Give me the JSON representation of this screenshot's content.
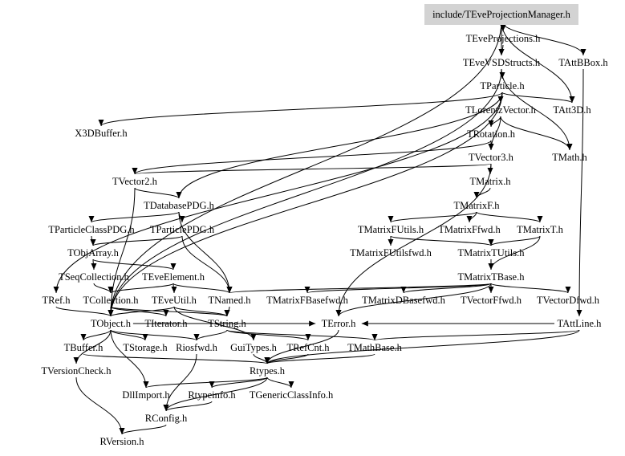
{
  "diagram": {
    "type": "include-dependency-graph",
    "root": "include/TEveProjectionManager.h",
    "root_highlight_color": "#d3d3d3",
    "nodes": [
      {
        "id": "root",
        "label": "include/TEveProjectionManager.h",
        "highlighted": true
      },
      {
        "id": "TEveProjections",
        "label": "TEveProjections.h"
      },
      {
        "id": "TAttBBox",
        "label": "TAttBBox.h"
      },
      {
        "id": "TEveVSDStructs",
        "label": "TEveVSDStructs.h"
      },
      {
        "id": "TParticle",
        "label": "TParticle.h"
      },
      {
        "id": "TAtt3D",
        "label": "TAtt3D.h"
      },
      {
        "id": "TLorentzVector",
        "label": "TLorentzVector.h"
      },
      {
        "id": "X3DBuffer",
        "label": "X3DBuffer.h"
      },
      {
        "id": "TRotation",
        "label": "TRotation.h"
      },
      {
        "id": "TMath",
        "label": "TMath.h"
      },
      {
        "id": "TVector3",
        "label": "TVector3.h"
      },
      {
        "id": "TVector2",
        "label": "TVector2.h"
      },
      {
        "id": "TMatrix",
        "label": "TMatrix.h"
      },
      {
        "id": "TDatabasePDG",
        "label": "TDatabasePDG.h"
      },
      {
        "id": "TMatrixF",
        "label": "TMatrixF.h"
      },
      {
        "id": "TParticleClassPDG",
        "label": "TParticleClassPDG.h"
      },
      {
        "id": "TParticlePDG",
        "label": "TParticlePDG.h"
      },
      {
        "id": "TMatrixFUtils",
        "label": "TMatrixFUtils.h"
      },
      {
        "id": "TMatrixFfwd",
        "label": "TMatrixFfwd.h"
      },
      {
        "id": "TMatrixT",
        "label": "TMatrixT.h"
      },
      {
        "id": "TObjArray",
        "label": "TObjArray.h"
      },
      {
        "id": "TMatrixFUtilsfwd",
        "label": "TMatrixFUtilsfwd.h"
      },
      {
        "id": "TMatrixTUtils",
        "label": "TMatrixTUtils.h"
      },
      {
        "id": "TSeqCollection",
        "label": "TSeqCollection.h"
      },
      {
        "id": "TEveElement",
        "label": "TEveElement.h"
      },
      {
        "id": "TMatrixTBase",
        "label": "TMatrixTBase.h"
      },
      {
        "id": "TRef",
        "label": "TRef.h"
      },
      {
        "id": "TCollection",
        "label": "TCollection.h"
      },
      {
        "id": "TEveUtil",
        "label": "TEveUtil.h"
      },
      {
        "id": "TNamed",
        "label": "TNamed.h"
      },
      {
        "id": "TMatrixFBasefwd",
        "label": "TMatrixFBasefwd.h"
      },
      {
        "id": "TMatrixDBasefwd",
        "label": "TMatrixDBasefwd.h"
      },
      {
        "id": "TVectorFfwd",
        "label": "TVectorFfwd.h"
      },
      {
        "id": "TVectorDfwd",
        "label": "TVectorDfwd.h"
      },
      {
        "id": "TObject",
        "label": "TObject.h"
      },
      {
        "id": "TIterator",
        "label": "TIterator.h"
      },
      {
        "id": "TString",
        "label": "TString.h"
      },
      {
        "id": "TError",
        "label": "TError.h"
      },
      {
        "id": "TAttLine",
        "label": "TAttLine.h"
      },
      {
        "id": "TBuffer",
        "label": "TBuffer.h"
      },
      {
        "id": "TStorage",
        "label": "TStorage.h"
      },
      {
        "id": "Riosfwd",
        "label": "Riosfwd.h"
      },
      {
        "id": "GuiTypes",
        "label": "GuiTypes.h"
      },
      {
        "id": "TRefCnt",
        "label": "TRefCnt.h"
      },
      {
        "id": "TMathBase",
        "label": "TMathBase.h"
      },
      {
        "id": "TVersionCheck",
        "label": "TVersionCheck.h"
      },
      {
        "id": "Rtypes",
        "label": "Rtypes.h"
      },
      {
        "id": "DllImport",
        "label": "DllImport.h"
      },
      {
        "id": "Rtypeinfo",
        "label": "Rtypeinfo.h"
      },
      {
        "id": "TGenericClassInfo",
        "label": "TGenericClassInfo.h"
      },
      {
        "id": "RConfig",
        "label": "RConfig.h"
      },
      {
        "id": "RVersion",
        "label": "RVersion.h"
      }
    ],
    "edges": [
      [
        "root",
        "TEveProjections"
      ],
      [
        "root",
        "TAttBBox"
      ],
      [
        "root",
        "TEveVSDStructs"
      ],
      [
        "root",
        "TAtt3D"
      ],
      [
        "root",
        "TObject"
      ],
      [
        "TEveProjections",
        "TEveVSDStructs"
      ],
      [
        "TEveVSDStructs",
        "TParticle"
      ],
      [
        "TEveVSDStructs",
        "TObject"
      ],
      [
        "TEveVSDStructs",
        "TMath"
      ],
      [
        "TParticle",
        "TLorentzVector"
      ],
      [
        "TParticle",
        "TAtt3D"
      ],
      [
        "TParticle",
        "X3DBuffer"
      ],
      [
        "TParticle",
        "TDatabasePDG"
      ],
      [
        "TParticle",
        "TRef"
      ],
      [
        "TParticle",
        "TObject"
      ],
      [
        "TLorentzVector",
        "TRotation"
      ],
      [
        "TLorentzVector",
        "TVector3"
      ],
      [
        "TLorentzVector",
        "TMath"
      ],
      [
        "TRotation",
        "TVector3"
      ],
      [
        "TRotation",
        "TVector2"
      ],
      [
        "TVector3",
        "TMatrix"
      ],
      [
        "TVector3",
        "TVector2"
      ],
      [
        "TVector3",
        "TError"
      ],
      [
        "TVector2",
        "TObject"
      ],
      [
        "TVector2",
        "TDatabasePDG"
      ],
      [
        "TMatrix",
        "TMatrixF"
      ],
      [
        "TMatrixF",
        "TMatrixFUtils"
      ],
      [
        "TMatrixF",
        "TMatrixFfwd"
      ],
      [
        "TMatrixF",
        "TMatrixT"
      ],
      [
        "TMatrixFUtils",
        "TMatrixFUtilsfwd"
      ],
      [
        "TMatrixFUtils",
        "TMatrixTUtils"
      ],
      [
        "TMatrixT",
        "TMatrixTUtils"
      ],
      [
        "TMatrixT",
        "TMatrixTBase"
      ],
      [
        "TMatrixTUtils",
        "TMatrixTBase"
      ],
      [
        "TMatrixTBase",
        "TNamed"
      ],
      [
        "TMatrixTBase",
        "TMatrixFBasefwd"
      ],
      [
        "TMatrixTBase",
        "TMatrixDBasefwd"
      ],
      [
        "TMatrixTBase",
        "TVectorFfwd"
      ],
      [
        "TMatrixTBase",
        "TVectorDfwd"
      ],
      [
        "TMatrixTBase",
        "TError"
      ],
      [
        "TDatabasePDG",
        "TParticleClassPDG"
      ],
      [
        "TDatabasePDG",
        "TParticlePDG"
      ],
      [
        "TDatabasePDG",
        "TNamed"
      ],
      [
        "TParticleClassPDG",
        "TObjArray"
      ],
      [
        "TParticlePDG",
        "TObjArray"
      ],
      [
        "TParticlePDG",
        "TNamed"
      ],
      [
        "TObjArray",
        "TSeqCollection"
      ],
      [
        "TObjArray",
        "TEveElement"
      ],
      [
        "TSeqCollection",
        "TCollection"
      ],
      [
        "TEveElement",
        "TCollection"
      ],
      [
        "TEveElement",
        "TEveUtil"
      ],
      [
        "TEveElement",
        "TNamed"
      ],
      [
        "TCollection",
        "TObject"
      ],
      [
        "TCollection",
        "TIterator"
      ],
      [
        "TCollection",
        "TString"
      ],
      [
        "TRef",
        "TObject"
      ],
      [
        "TEveUtil",
        "TObject"
      ],
      [
        "TEveUtil",
        "TString"
      ],
      [
        "TEveUtil",
        "GuiTypes"
      ],
      [
        "TNamed",
        "TString"
      ],
      [
        "TObject",
        "TBuffer"
      ],
      [
        "TObject",
        "TStorage"
      ],
      [
        "TObject",
        "Riosfwd"
      ],
      [
        "TObject",
        "TError"
      ],
      [
        "TObject",
        "TVersionCheck"
      ],
      [
        "TObject",
        "DllImport"
      ],
      [
        "TString",
        "TRefCnt"
      ],
      [
        "TString",
        "TMathBase"
      ],
      [
        "TString",
        "Riosfwd"
      ],
      [
        "TAttLine",
        "TError"
      ],
      [
        "TAttLine",
        "TMathBase"
      ],
      [
        "TAttLine",
        "Rtypes"
      ],
      [
        "TAttBBox",
        "TAttLine"
      ],
      [
        "TBuffer",
        "Rtypes"
      ],
      [
        "GuiTypes",
        "Rtypes"
      ],
      [
        "TRefCnt",
        "Rtypes"
      ],
      [
        "TError",
        "Rtypes"
      ],
      [
        "TMathBase",
        "Rtypes"
      ],
      [
        "Riosfwd",
        "RConfig"
      ],
      [
        "Rtypes",
        "DllImport"
      ],
      [
        "Rtypes",
        "Rtypeinfo"
      ],
      [
        "Rtypes",
        "TGenericClassInfo"
      ],
      [
        "Rtypes",
        "RConfig"
      ],
      [
        "Rtypeinfo",
        "RConfig"
      ],
      [
        "TVersionCheck",
        "RVersion"
      ],
      [
        "RConfig",
        "RVersion"
      ]
    ]
  }
}
